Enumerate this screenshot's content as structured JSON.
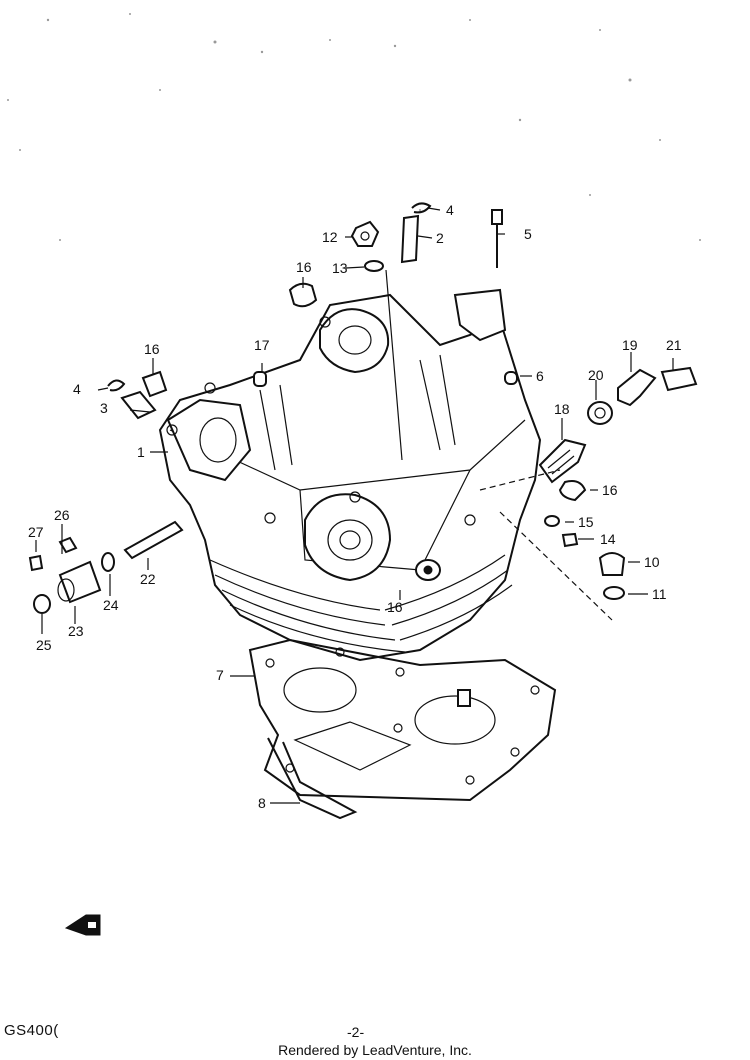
{
  "diagram": {
    "subject": "cylinder-head-exploded-view",
    "callouts": [
      {
        "id": "c1",
        "label": "1"
      },
      {
        "id": "c2",
        "label": "2"
      },
      {
        "id": "c3",
        "label": "3"
      },
      {
        "id": "c4a",
        "label": "4"
      },
      {
        "id": "c4b",
        "label": "4"
      },
      {
        "id": "c5",
        "label": "5"
      },
      {
        "id": "c6",
        "label": "6"
      },
      {
        "id": "c7",
        "label": "7"
      },
      {
        "id": "c8",
        "label": "8"
      },
      {
        "id": "c10",
        "label": "10"
      },
      {
        "id": "c11",
        "label": "11"
      },
      {
        "id": "c12",
        "label": "12"
      },
      {
        "id": "c13",
        "label": "13"
      },
      {
        "id": "c14",
        "label": "14"
      },
      {
        "id": "c15",
        "label": "15"
      },
      {
        "id": "c16a",
        "label": "16"
      },
      {
        "id": "c16b",
        "label": "16"
      },
      {
        "id": "c16c",
        "label": "16"
      },
      {
        "id": "c16d",
        "label": "16"
      },
      {
        "id": "c17",
        "label": "17"
      },
      {
        "id": "c18",
        "label": "18"
      },
      {
        "id": "c19",
        "label": "19"
      },
      {
        "id": "c20",
        "label": "20"
      },
      {
        "id": "c21",
        "label": "21"
      },
      {
        "id": "c22",
        "label": "22"
      },
      {
        "id": "c23",
        "label": "23"
      },
      {
        "id": "c24",
        "label": "24"
      },
      {
        "id": "c25",
        "label": "25"
      },
      {
        "id": "c26",
        "label": "26"
      },
      {
        "id": "c27",
        "label": "27"
      }
    ]
  },
  "footer": {
    "model_code": "GS400(",
    "page_number": "-2-",
    "credit": "Rendered by LeadVenture, Inc."
  },
  "icons": {
    "front_arrow": "front-direction-arrow-icon"
  }
}
